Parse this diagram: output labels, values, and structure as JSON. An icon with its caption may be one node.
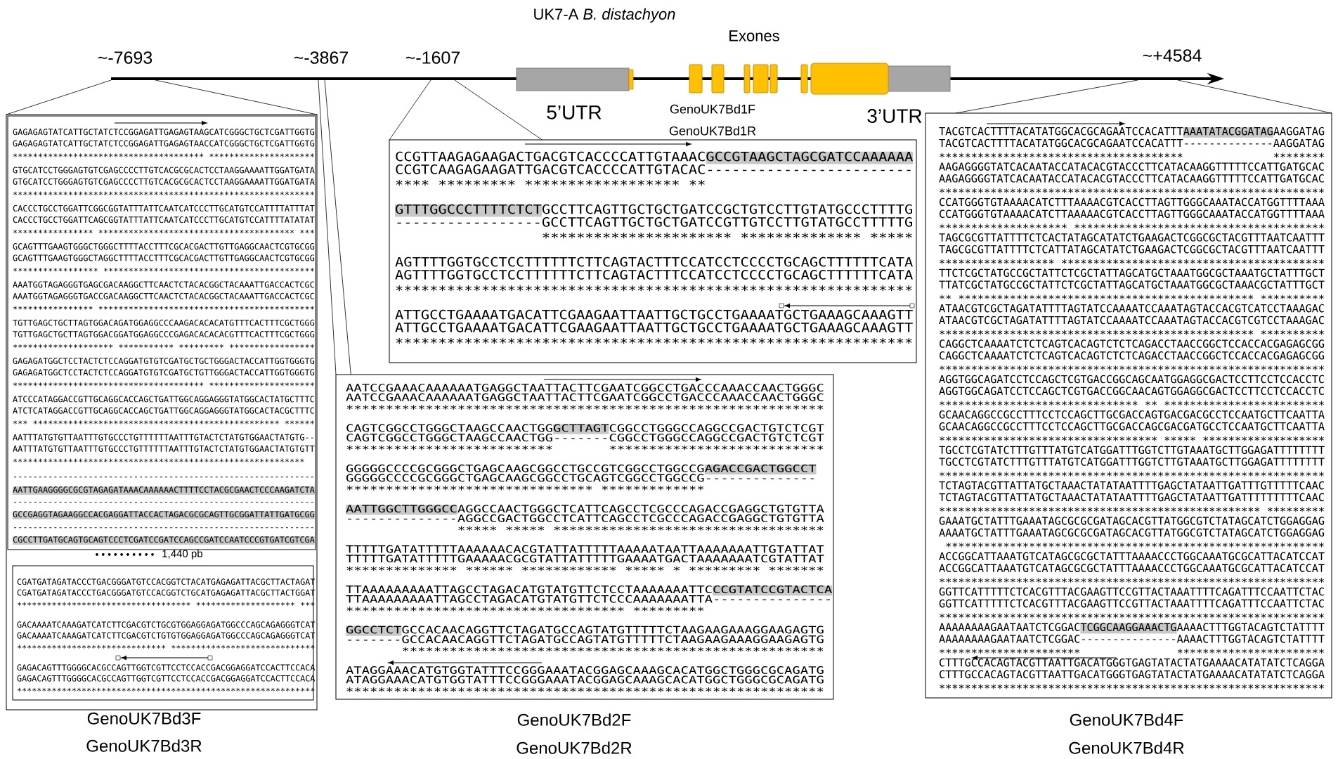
{
  "diagram": {
    "title": "UK7-A *B. distachyon*",
    "nodes": [
      {
        "text": [],
        "shape": "box",
        "beside": [
          "GenoUK7Bd3F",
          "GenoUK7Bd3R"
        ]
      },
      {
        "in": 0,
        "text": [
          "GAGAGAGTATCATTGCTATCTCCGGAGATTGAGAGTAAGCATCGGGCTGCTCGATTGGTG",
          "GAGAGAGTATCATTGCTATCTCCGGAGATTGAGAGTAACCATCGGGCTGCTCGATTGGTG",
          "∗∗∗∗∗∗∗∗∗∗∗∗∗∗∗∗∗∗∗∗∗∗∗∗∗∗∗∗∗∗∗∗∗∗∗∗∗∗ ∗∗∗∗∗∗∗∗∗∗∗∗∗∗∗∗∗∗∗∗∗",
          "GTGCATCCTGGGAGTGTCGAGCCCCTTGTCACGCGCACTCCTAAGGAAAATTGGATGATA",
          "GTGCATCCTGGGAGTGTCGAGCCCCTTGTCACGCGCACTCCTAAGGAAAATTGGATGATA",
          "∗∗∗∗∗∗∗∗∗∗∗∗∗∗∗∗∗∗∗∗∗∗∗∗∗∗∗∗∗∗∗∗∗∗∗∗∗∗∗∗∗∗∗∗∗∗∗∗∗∗∗∗∗∗∗∗∗∗∗∗",
          "CACCCTGCCTGGATTCGGCGGTATTTATTCAATCATCCCTTGCATGTCCATTTTATTTAT",
          "CACCCTGCCTGGATTCAGCGGTATTTATTCAATCATCCCTTGCATGTCCATTTTATATAT",
          "∗∗∗∗∗∗∗∗∗∗∗∗∗∗∗∗ ∗∗∗∗∗∗∗∗∗∗∗∗∗∗∗∗∗∗∗∗∗∗∗∗∗∗∗∗∗∗∗∗∗∗∗∗∗∗∗ ∗∗∗",
          "GCAGTTTGAAGTGGGCTGGGCTTTTACCTTTCGCACGACTTGTTGAGGCAACTCGTGCGG",
          "GCAGTTTGAAGTGGGCTAGGCTTTTACCTTTCGCACGACTTGTTGAGGCAACTCGTGCGG",
          "∗∗∗∗∗∗∗∗∗∗∗∗∗∗∗∗∗ ∗∗∗∗∗∗∗∗∗∗∗∗∗∗∗∗∗∗∗∗∗∗∗∗∗∗∗∗∗∗∗∗∗∗∗∗∗∗∗∗∗∗",
          "AAATGGTAGAGGGTGAGCGACAAGGCTTCAACTCTACACGGCTACAAATTGACCACTCGC",
          "AAATGGTAGAGGGTGACCGACAAGGCTTCAACTCTACACGGCTACAAATTGACCACTCGC",
          "∗∗∗∗∗∗∗∗∗∗∗∗∗∗∗∗ ∗∗∗∗∗∗∗∗∗∗∗∗∗∗∗∗∗∗∗∗∗∗∗∗∗∗∗∗∗∗∗∗∗∗∗∗∗∗∗∗∗∗∗",
          "TGTTGAGCTGCTTAGTGGACAGATGGAGGCCCAAGACACACATGTTTCACTTTCGCTGGG",
          "TGTTGAGCTGCTTAGTGGACGGATGGAGGCCCGAGACACACACGTTTCACTTTCGCTGGG",
          "∗∗∗∗∗∗∗∗∗∗∗∗∗∗∗∗∗∗∗∗ ∗∗∗∗∗∗∗∗∗∗∗ ∗∗∗∗∗∗∗∗∗ ∗∗∗∗∗∗∗∗∗∗∗∗∗∗∗∗∗",
          "GAGAGATGGCTCCTACTCTCCAGGATGTGTCGATGCTGCTGGGACTACCATTGGTGGGTG",
          "GAGAGATGGCTCCTACTCTCCAGGATGTGTCGATGCTGTTGGGACTACCATTGGTGGGTG",
          "∗∗∗∗∗∗∗∗∗∗∗∗∗∗∗∗∗∗∗∗∗∗∗∗∗∗∗∗∗∗∗∗∗∗∗∗∗∗ ∗∗∗∗∗∗∗∗∗∗∗∗∗∗∗∗∗∗∗∗∗",
          "ATCCCATAGGACCGTTGCAGGCACCAGCTGATTGGCAGGAGGGTATGGCACTATGCTTTC",
          "ATCTCATAGGACCGTTGCAGGCACCAGCTGATTGGCAGGAGGGTATGGCACTACGCTTTC",
          "∗∗∗ ∗∗∗∗∗∗∗∗∗∗∗∗∗∗∗∗∗∗∗∗∗∗∗∗∗∗∗∗∗∗∗∗∗∗∗∗∗∗∗∗∗∗∗∗∗∗∗∗∗ ∗∗∗∗∗∗",
          "AATTTATGTGTTAATTTGTGCCCTGTTTTTTAATTTGTACTCTATGTGGAACTATGTG--",
          "AATTTATGTGTTAATTTGTGCCCTGTTTTTTAATTTGTACTCTATGTGGAACTATGTGTT",
          "∗∗∗∗∗∗∗∗∗∗∗∗∗∗∗∗∗∗∗∗∗∗∗∗∗∗∗∗∗∗∗∗∗∗∗∗∗∗∗∗∗∗∗∗∗∗∗∗∗∗∗∗∗∗∗∗∗∗",
          "------------------------------------------------------------",
          "AATTGAAGGGGCGCGTAGAGATAAACAAAAAACTTTTCCTACGCGAACTCCCAAGATCTA",
          "------------------------------------------------------------",
          "GCCGAGGTAGAAGGCCACGAGGATTACCACTAGACGCGCAGTTGCGGATTATTGATGCGG",
          "------------------------------------------------------------",
          "CGCCTTGATGCAGTGCAGTCCCTCGATCCGATCCAGCCGATCCAATCCCGTGATCGTCGA"
        ]
      },
      {
        "in": 0,
        "text": [
          "CGATGATAGATACCCTGACGGGATGTCCACGGTCTACATGAGAGATTACGCTTACTAGAT",
          "CGATGATAGATACCCTGACGGGATGTCCACGGTCTGCATGAGAGATTACGCTTACTGGAT",
          "∗∗∗∗∗∗∗∗∗∗∗∗∗∗∗∗∗∗∗∗∗∗∗∗∗∗∗∗∗∗∗∗∗∗∗ ∗∗∗∗∗∗∗∗∗∗∗∗∗∗∗∗∗∗∗∗ ∗∗∗",
          "GACAAAATCAAAGATCATCTTCGACGTCTGCGTGGAGGAGATGGCCCAGCAGAGGGTCAT",
          "GACAAAATCAAAGATCATCTTCGACGTCTGTGTGGAGGAGATGGCCCAGCAGAGGGTCAT",
          "∗∗∗∗∗∗∗∗∗∗∗∗∗∗∗∗∗∗∗∗∗∗∗∗∗∗∗∗∗∗ ∗∗∗∗∗∗∗∗∗∗∗∗∗∗∗∗∗∗∗∗∗∗∗∗∗∗∗∗∗",
          "GAGACAGTTTGGGGCACGCCAGTTGGTCGTTCCTCCACCGACGGAGGATCCACTTCCACA",
          "GAGACAGTTTGGGGCACGCCAGTTGGTCGTTCCTCCACCGACGGAGGATCCACTTCCACA",
          "∗∗∗∗∗∗∗∗∗∗∗∗∗∗∗∗∗∗∗∗∗∗∗∗∗∗∗∗∗∗∗∗∗∗∗∗∗∗∗∗∗∗∗∗∗∗∗∗∗∗∗∗∗∗∗∗∗∗∗∗"
        ]
      },
      {
        "text": [
          "CCGTTAAGAGAAGACTGACGTCACCCCATTGTAAAC",
          "GCCGTAAGCTAGCGATCCAAAAAA",
          "CCGTCAAGAGAAGATTGACGTCACCCCATTGTACAC------------------------",
          "∗∗∗∗ ∗∗∗∗∗∗∗∗∗ ∗∗∗∗∗∗∗∗∗∗∗∗∗∗∗∗∗∗ ∗∗",
          "GTTTGGCCCTTTTCTCT",
          "GCCTTCAGTTGCTGCTGATCCGCTGTCCTTGTATGCCCTTTTG",
          "-----------------GCCTTCAGTTGCTGCTGATCCGTTGTCCTTGTATGCCTTTTTG",
          "                 ∗∗∗∗∗∗∗∗∗∗∗∗∗∗∗∗∗∗∗∗∗∗ ∗∗∗∗∗∗∗∗∗∗∗∗∗∗ ∗∗∗∗∗",
          "AGTTTTGGTGCCTCCTTTTTTCTTCAGTACTTTCCATCCTCCCCTGCAGCTTTTTTCATA",
          "AGTTTTGGTGCCTCCTTTTTTCTTCAGTACTTTCCATCCTCCCCTGCAGCTTTTTTCATA",
          "∗∗∗∗∗∗∗∗∗∗∗∗∗∗∗∗∗∗∗∗∗∗∗∗∗∗∗∗∗∗∗∗∗∗∗∗∗∗∗∗∗∗∗∗∗∗∗∗∗∗∗∗∗∗∗∗∗∗∗∗",
          "ATTGCCTGAAAATGACATTCGAAGAATTAATTGCTGCCTGAAAATGCTGAAAGCAAAGTT",
          "ATTGCCTGAAAATGACATTCGAAGAATTAATTGCTGCCTGAAAATGCTGAAAGCAAAGTT",
          "∗∗∗∗∗∗∗∗∗∗∗∗∗∗∗∗∗∗∗∗∗∗∗∗∗∗∗∗∗∗∗∗∗∗∗∗∗∗∗∗∗∗∗∗∗∗∗∗∗∗∗∗∗∗∗∗∗∗∗∗"
        ]
      },
      {
        "beside": [
          "GenoUK7Bd2F",
          "GenoUK7Bd2R"
        ],
        "text": [
          "AATCCGAAACAAAAAATGAGGCTAATTACTTCGAATCGGCCTGACCCAAACCAACTGGGC",
          "AATCCGAAACAAAAAATGAGGCTAATTACTTCGAATCGGCCTGACCCAAACCAACTGGGC",
          "∗∗∗∗∗∗∗∗∗∗∗∗∗∗∗∗∗∗∗∗∗∗∗∗∗∗∗∗∗∗∗∗∗∗∗∗∗∗∗∗∗∗∗∗∗∗∗∗∗∗∗∗∗∗∗∗∗∗∗∗",
          "CAGTCGGCCTGGGCTAAGCCAACTGG",
          "GCTTAGT",
          "CGGCCTGGGCCAGGCCGACTGTCTCGT",
          "CAGTCGGCCTGGGCTAAGCCAACTGG-------CGGCCTGGGCCAGGCCGACTGTCTCGT",
          "∗∗∗∗∗∗∗∗∗∗∗∗∗∗∗∗∗∗∗∗∗∗∗∗∗∗       ∗∗∗∗∗∗∗∗∗∗∗∗∗∗∗∗∗∗∗∗∗∗∗∗∗∗∗",
          "GGGGGCCCCGCGGGCTGAGCAAGCGGCCTGCCGTCGGCCTGGCCG",
          "AGACCGACTGGCCT",
          "GGGGGCCCCGCGGGCTGAGCAAGCGGCCTGCAGTCGGCCTGGCCG--------------",
          "∗∗∗∗∗∗∗∗∗∗∗∗∗∗∗∗∗∗∗∗∗∗∗∗∗∗∗∗∗∗∗ ∗∗∗∗∗∗∗∗∗∗∗∗∗",
          "AATTGGCTTGGGCC",
          "AGGCCAACTGGGCTCATTCAGCCTCGCCCAGACCGAGGCTGTGTTA",
          "--------------AGGCCGACTGGCCTCATTCAGCCTCGCCCAGACCGAGGCTGTGTTA",
          "              ∗∗∗∗∗ ∗∗∗∗∗ ∗∗∗∗∗∗∗∗∗∗∗∗∗∗∗∗∗∗∗∗∗∗∗∗∗∗∗∗∗∗∗∗∗∗",
          "TTTTTGATATTTTTAAAAAACACGTATTATTTTTAAAAATAATTAAAAAAATTGTATTAT",
          "TTTTTGATATTTTTGAAAAACGCGTATTATTTTTGAAAATGACTAAAAAAATCGTATTAT",
          "∗∗∗∗∗∗∗∗∗∗∗∗∗∗ ∗∗∗∗∗∗ ∗∗∗∗∗∗∗∗∗∗∗∗ ∗∗∗∗∗ ∗ ∗∗∗∗∗∗∗∗∗ ∗∗∗∗∗∗∗",
          "TTAAAAAAAAATTAGCCTAGACATGTATGTTCTCCTAAAAAAATTC",
          "CCGTATCCGTACTCA",
          "TTAAAAAAAAATTAGCCTAGACATGTATGTTCTCCCAAAAAAATTA---------------",
          "∗∗∗∗∗∗∗∗∗∗∗∗∗∗∗∗∗∗∗∗∗∗∗∗∗∗∗∗∗∗∗∗∗∗∗ ∗∗∗∗∗∗∗∗∗",
          "GGCCTCT",
          "GCCACAACAGGTTCTAGATGCCAGTATGTTTTTCTAAGAAGAAAGGAAGAGTG",
          "-------GCCACAACAGGTTCTAGATGCCAGTATGTTTTTCTAAGAAGAAAGGAAGAGTG",
          "       ∗∗∗∗∗∗∗∗∗∗∗∗∗∗∗∗∗∗∗∗∗∗∗∗∗∗∗∗∗∗∗∗∗∗∗∗∗∗∗∗∗∗∗∗∗∗∗∗∗∗∗∗∗",
          "ATAGGAAACATGTGGTATTTCCGGGAAATACGGAGCAAAGCACATGGCTGGGCGCAGATG",
          "ATAGGAAACATGTGGTATTTCCGGGAAATACGGAGCAAAGCACATGGCTGGGCGCAGATG",
          "∗∗∗∗∗∗∗∗∗∗∗∗∗∗∗∗∗∗∗∗∗∗∗∗∗∗∗∗∗∗∗∗∗∗∗∗∗∗∗∗∗∗∗∗∗∗∗∗∗∗∗∗∗∗∗∗∗∗∗∗"
        ]
      },
      {
        "beside": [
          "GenoUK7Bd4F",
          "GenoUK7Bd4R"
        ],
        "text": [
          "TACGTCACTTTTACATATGGCACGCAGAATCCACATTT",
          "AAATATACGGATAG",
          "AAGGATAG",
          "TACGTCACTTTTACATATGGCACGCAGAATCCACATTT--------------AAGGATAG",
          "∗∗∗∗∗∗∗∗∗∗∗∗∗∗∗∗∗∗∗∗∗∗∗∗∗∗∗∗∗∗∗∗∗∗∗∗∗∗              ∗∗∗∗∗∗∗∗",
          "AAGAGGGGTATCACAATACCATACACGTACCCTTCATACAAGGTTTTTCCATTGATGCAC",
          "AAGAGGGGTATCACAATACCATACACGTACCCTTCATACAAGGTTTTTCCATTGATGCAC",
          "∗∗∗∗∗∗∗∗∗∗∗∗∗∗∗∗∗∗∗∗∗∗∗∗∗∗∗∗∗∗∗∗∗∗∗∗∗∗∗∗∗∗∗∗∗∗∗∗∗∗∗∗∗∗∗∗∗∗∗∗",
          "CCATGGGTGTAAAACATCTTTAAAACGTCACCTTAGTTGGGCAAATACCATGGTTTTAAA",
          "CCATGGGTGTAAAACATCTTAAAAACGTCACCTTAGTTGGGCAAATACCATGGTTTTAAA",
          "∗∗∗∗∗∗∗∗∗∗∗∗∗∗∗∗∗∗∗∗ ∗∗∗∗∗∗∗∗∗∗∗∗∗∗∗∗∗∗∗∗∗∗∗∗∗∗∗∗∗∗∗∗∗∗∗∗∗∗∗",
          "TAGCGCGTTATTTTCTCACTATAGCATATCTGAAGACTCGGCGCTACGTTTAATCAATTT",
          "TAGCGCGTTATTTTCTCATTATAGCATATCTGAAGACTCGGCGCTACGTTTAATCAATTT",
          "∗∗∗∗∗∗∗∗∗∗∗∗∗∗∗∗∗∗ ∗∗∗∗∗∗∗∗∗∗∗∗∗∗∗∗∗∗∗∗∗∗∗∗∗∗∗∗∗∗∗∗∗∗∗∗∗∗∗∗∗",
          "TTCTCGCTATGCCGCTATTCTCGCTATTAGCATGCTAAATGGCGCTAAATGCTATTTGCT",
          "TTATCGCTATGCCGCTATTCTCGCTATTAGCATGCTAAATGGCGCTAAACGCTATTTGCT",
          "∗∗ ∗∗∗∗∗∗∗∗∗∗∗∗∗∗∗∗∗∗∗∗∗∗∗∗∗∗∗∗∗∗∗∗∗∗∗∗∗∗∗∗∗∗∗∗∗∗ ∗∗∗∗∗∗∗∗∗∗",
          "ATAACGTCGCTAGATATTTTAGTATCCAAAATCCAAATAGTACCACGTCATCCTAAAGAC",
          "ATAACGTCGCTAGATATTTTAGTATCCAAAATCCAAATAGTACCACGTCGTCCTAAAGAC",
          "∗∗∗∗∗∗∗∗∗∗∗∗∗∗∗∗∗∗∗∗∗∗∗∗∗∗∗∗∗∗∗∗∗∗∗∗∗∗∗∗∗∗∗∗∗∗∗∗∗ ∗∗∗∗∗∗∗∗∗∗",
          "CAGGCTCAAAATCTCTCAGTCACAGTCTCTCAGACCTAACCGGCTCCACCACGAGAGCGG",
          "CAGGCTCAAAATCTCTCAGTCACAGTCTCTCAGACCTAACCGGCTCCACCACGAGAGCGG",
          "∗∗∗∗∗∗∗∗∗∗∗∗∗∗∗∗∗∗∗∗∗∗∗∗∗∗∗∗∗∗∗∗∗∗∗∗∗∗∗∗∗∗∗∗∗∗∗∗∗∗∗∗∗∗∗∗∗∗∗∗",
          "AGGTGGCAGATCCTCCAGCTCGTGACCGGCAGCAATGGAGGCGACTCCTTCCTCCACCTC",
          "AGGTGGCAGATCCTCCAGCTCGTGACCGGCAACAGTGGAGGCGACTCCTTCCTCCACCTC",
          "∗∗∗∗∗∗∗∗∗∗∗∗∗∗∗∗∗∗∗∗∗∗∗∗∗∗∗∗∗∗∗ ∗∗ ∗∗∗∗∗∗∗∗∗∗∗∗∗∗∗∗∗∗∗∗∗∗∗∗∗",
          "GCAACAGGCCGCCTTTCCTCCAGCTTGCGACCAGTGACGACGCCTCCAATGCTTCAATTA",
          "GCAACAGGCCGCCTTTCCTCCAGCTTGCGACCAGCGACGATGCCTCCAATGCTTCAATTA",
          "∗∗∗∗∗∗∗∗∗∗∗∗∗∗∗∗∗∗∗∗∗∗∗∗∗∗∗∗∗∗∗∗∗∗ ∗∗∗∗∗ ∗∗∗∗∗∗∗∗∗∗∗∗∗∗∗∗∗∗∗",
          "TGCCTCGTATCTTTGTTTATGTCATGGATTTGGTCTTGTAAATGCTTGGAGATTTTTTTT",
          "TGCCTCGTATCTTTGTTTATGTCATGGATTTGGTCTTGTAAATGCTTGGAGATTTTTTTT",
          "∗∗∗∗∗∗∗∗∗∗∗∗∗∗∗∗∗∗∗∗∗∗∗∗∗∗∗∗∗∗∗∗∗∗∗∗∗∗∗∗∗∗∗∗∗∗∗∗∗∗∗∗∗∗∗∗∗∗∗∗",
          "TCTAGTACGTTATTATGCTAAACTATATAATTTTGAGCTATAATTGATTTGTTTTTCAAC",
          "TCTAGTACGTTATTATGCTAAACTATATAATTTTGAGCTATAATTGATTTTTTTTTCAAC",
          "∗∗∗∗∗∗∗∗∗∗∗∗∗∗∗∗∗∗∗∗∗∗∗∗∗∗∗∗∗∗∗∗∗∗∗∗∗∗∗∗∗∗∗∗∗∗∗∗∗∗ ∗∗∗∗∗∗∗∗∗",
          "GAAATGCTATTTGAAATAGCGCGCGATAGCACGTTATGGCGTCTATAGCATCTGGAGGAG",
          "AAAATGCTATTTGAAATAGCGCGCGATAGCACGTTATGGCGTCTATAGCATCTGGAGGAG",
          " ∗∗∗∗∗∗∗∗∗∗∗∗∗∗∗∗∗∗∗∗∗∗∗∗∗∗∗∗∗∗∗∗∗∗∗∗∗∗∗∗∗∗∗∗∗∗∗∗∗∗∗∗∗∗∗∗∗∗∗",
          "ACCGGCATTAAATGTCATAGCGCGCTATTTAAAACCCTGGCAAATGCGCATTACATCCAT",
          "ACCGGCATTAAATGTCATAGCGCGCTATTTAAAACCCTGGCAAATGCGCATTACATCCAT",
          "∗∗∗∗∗∗∗∗∗∗∗∗∗∗∗∗∗∗∗∗∗∗∗∗∗∗∗∗∗∗∗∗∗∗∗∗∗∗∗∗∗∗∗∗∗∗∗∗∗∗∗∗∗∗∗∗∗∗∗∗",
          "GGTTCATTTTTCTCACGTTTACGAAGTTCCGTTACTAAATTTTCAGATTTCCAATTCTAC",
          "GGTTCATTTTTCTCACGTTTACGAAGTTCCGTTACTAAATTTTCAGATTTCCAATTCTAC",
          "∗∗∗∗∗∗∗∗∗∗∗∗∗∗∗∗∗∗∗∗∗∗∗∗∗∗∗∗∗∗∗∗∗∗∗∗∗∗∗∗∗∗∗∗∗∗∗∗∗∗∗∗∗∗∗∗∗∗∗∗",
          "AAAAAAAAGAATAATCTCGGAC",
          "TCGGCAAGGAAACTG",
          "AAAACTTTGGTACAGTCTATTTT",
          "AAAAAAAAGAATAATCTCGGAC---------------AAAACTTTGGTACAGTCTATTTT",
          "∗∗∗∗∗∗∗∗∗∗∗∗∗∗∗∗∗∗∗∗∗∗               ∗∗∗∗∗∗∗∗∗∗∗∗∗∗∗∗∗∗∗∗∗∗∗",
          "CTTTGCCACAGTACGTTAATTGACATGGGTGAGTATACTATGAAAACATATATCTCAGGA",
          "CTTTGCCACAGTACGTTAATTGACATGGGTGAGTATACTATGAAAACATATATCTCAGGA",
          "∗∗∗∗∗∗∗∗∗∗∗∗∗∗∗∗∗∗∗∗∗∗∗∗∗∗∗∗∗∗∗∗∗∗∗∗∗∗∗∗∗∗∗∗∗∗∗∗∗∗∗∗∗∗∗∗∗∗∗∗"
        ]
      }
    ],
    "edges": [
      {
        "from": null,
        "to": 0,
        "arrow": "none"
      },
      {
        "from": null,
        "to": 0,
        "arrow": "none"
      },
      {
        "from": null,
        "to": 4,
        "arrow": "none"
      },
      {
        "from": null,
        "to": 4,
        "arrow": "none"
      },
      {
        "from": null,
        "to": 3,
        "arrow": "none"
      },
      {
        "from": null,
        "to": 3,
        "arrow": "none"
      },
      {
        "from": null,
        "to": 5,
        "arrow": "none"
      },
      {
        "from": null,
        "to": 5,
        "arrow": "none"
      }
    ],
    "labels": [
      "Exones",
      "~-7693",
      "~-3867",
      "~-1607",
      "~+4584",
      "5’UTR",
      "GenoUK7Bd1F",
      "GenoUK7Bd1R",
      "3’UTR",
      "1,440 pb"
    ]
  }
}
